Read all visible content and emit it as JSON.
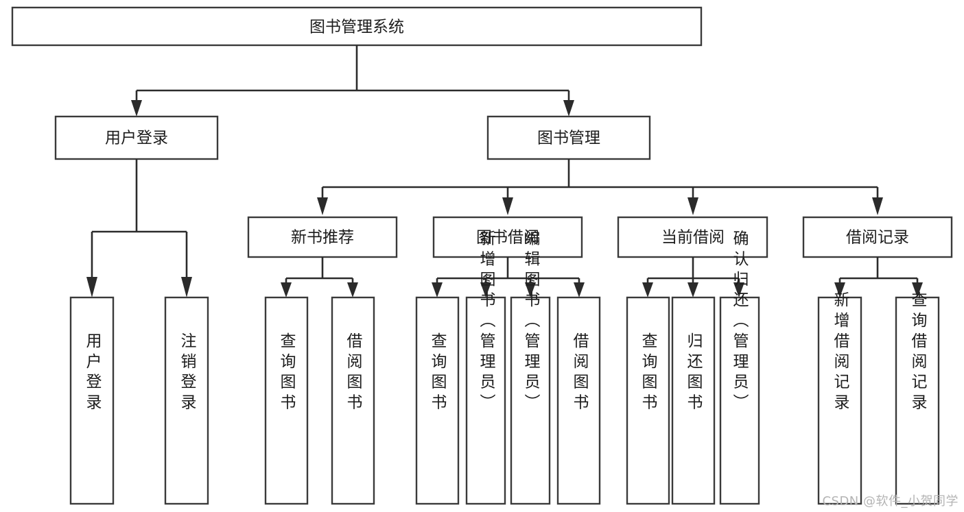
{
  "diagram": {
    "type": "tree",
    "title": "图书管理系统",
    "watermark": "CSDN @软件_小贺同学",
    "colors": {
      "box_stroke": "#3a3a3a",
      "connector": "#2b2b2b",
      "text": "#1c1c1c",
      "background": "#ffffff",
      "watermark": "#b4b4b4"
    },
    "levels": {
      "root": {
        "label": "图书管理系统"
      },
      "level2": [
        {
          "label": "用户登录"
        },
        {
          "label": "图书管理"
        }
      ],
      "level3": [
        {
          "label": "新书推荐"
        },
        {
          "label": "图书借阅"
        },
        {
          "label": "当前借阅"
        },
        {
          "label": "借阅记录"
        }
      ],
      "leaves": {
        "user_login": [
          {
            "label": "用户登录"
          },
          {
            "label": "注销登录"
          }
        ],
        "new_book": [
          {
            "label": "查询图书"
          },
          {
            "label": "借阅图书"
          }
        ],
        "book_borrow": [
          {
            "label": "查询图书"
          },
          {
            "label": "新增图书（管理员）"
          },
          {
            "label": "编辑图书（管理员）"
          },
          {
            "label": "借阅图书"
          }
        ],
        "current_borrow": [
          {
            "label": "查询图书"
          },
          {
            "label": "归还图书"
          },
          {
            "label": "确认归还（管理员）"
          }
        ],
        "borrow_record": [
          {
            "label": "新增借阅记录"
          },
          {
            "label": "查询借阅记录"
          }
        ]
      }
    }
  }
}
